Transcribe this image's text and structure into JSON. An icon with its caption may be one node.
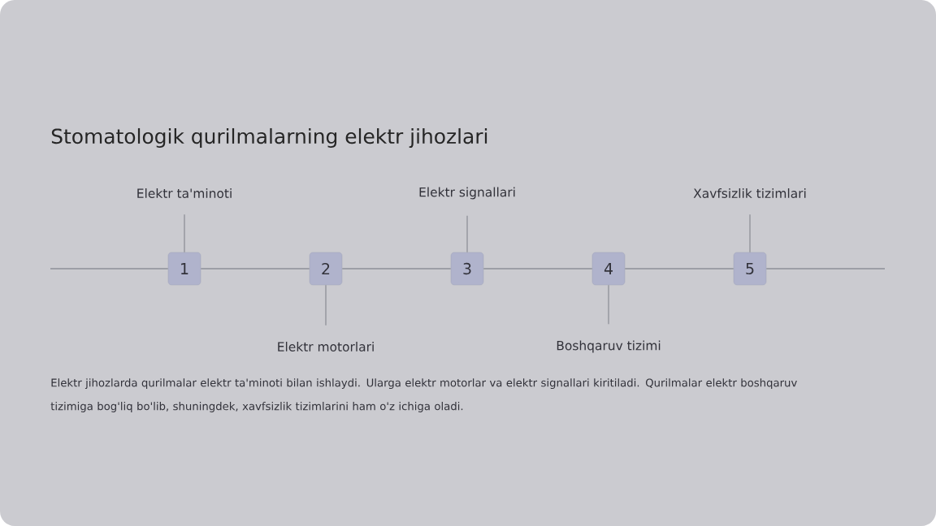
{
  "diagram": {
    "title": "Stomatologik qurilmalarning elektr jihozlari",
    "nodes": [
      {
        "text": [
          "1"
        ]
      },
      {
        "text": [
          "2"
        ]
      },
      {
        "text": [
          "3"
        ]
      },
      {
        "text": [
          "4"
        ]
      },
      {
        "text": [
          "5"
        ]
      },
      {
        "text": [
          "Elektr ta'minoti"
        ]
      },
      {
        "text": [
          "Elektr motorlari"
        ]
      },
      {
        "text": [
          "Elektr signallari"
        ]
      },
      {
        "text": [
          "Boshqaruv tizimi"
        ]
      },
      {
        "text": [
          "Xavfsizlik tizimlari"
        ]
      }
    ],
    "edges": [
      {
        "from": null,
        "to": 0,
        "arrow": "none"
      },
      {
        "from": 0,
        "to": 1,
        "arrow": "none"
      },
      {
        "from": 1,
        "to": 2,
        "arrow": "none"
      },
      {
        "from": 2,
        "to": 3,
        "arrow": "none"
      },
      {
        "from": 3,
        "to": 4,
        "arrow": "none"
      },
      {
        "from": 4,
        "to": null,
        "arrow": "none"
      },
      {
        "from": 5,
        "to": 0,
        "arrow": "none"
      },
      {
        "from": 6,
        "to": 1,
        "arrow": "none"
      },
      {
        "from": 7,
        "to": 2,
        "arrow": "none"
      },
      {
        "from": 8,
        "to": 3,
        "arrow": "none"
      },
      {
        "from": 9,
        "to": 4,
        "arrow": "none"
      }
    ],
    "labels": [
      "Elektr jihozlarda qurilmalar elektr ta'minoti bilan ishlaydi. Ularga elektr motorlar va elektr signallari kiritiladi. Qurilmalar elektr boshqaruv tizimiga bog'liq bo'lib, shuningdek, xavfsizlik tizimlarini ham o'z ichiga oladi."
    ]
  }
}
